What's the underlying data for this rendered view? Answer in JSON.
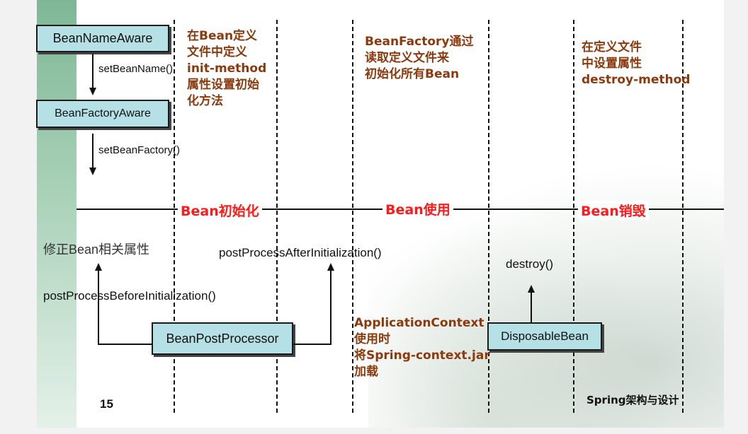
{
  "boxes": {
    "bean_name_aware": "BeanNameAware",
    "bean_factory_aware": "BeanFactoryAware",
    "bean_post_processor": "BeanPostProcessor",
    "disposable_bean": "DisposableBean"
  },
  "methods": {
    "set_bean_name": "setBeanName()",
    "set_bean_factory": "setBeanFactory()",
    "post_before": "postProcessBeforeInitialization()",
    "post_after": "postProcessAfterInitialization()",
    "destroy": "destroy()"
  },
  "notes": {
    "init_method": "在Bean定义\n文件中定义\ninit-method\n属性设置初始\n化方法",
    "bean_factory": "BeanFactory通过\n读取定义文件来\n初始化所有Bean",
    "destroy_method": "在定义文件\n中设置属性\ndestroy-method",
    "application_context": "ApplicationContext\n使用时\n将Spring-context.jar\n加载"
  },
  "sections": {
    "init": "Bean初始化",
    "use": "Bean使用",
    "destroy": "Bean销毁"
  },
  "modify_props": "修正Bean相关属性",
  "footer": {
    "page_number": "15",
    "course_title": "Spring架构与设计"
  },
  "colors": {
    "box_fill": "#b4e0e6",
    "note_text": "#8b3a0e",
    "section_text": "#ff1a1a"
  }
}
